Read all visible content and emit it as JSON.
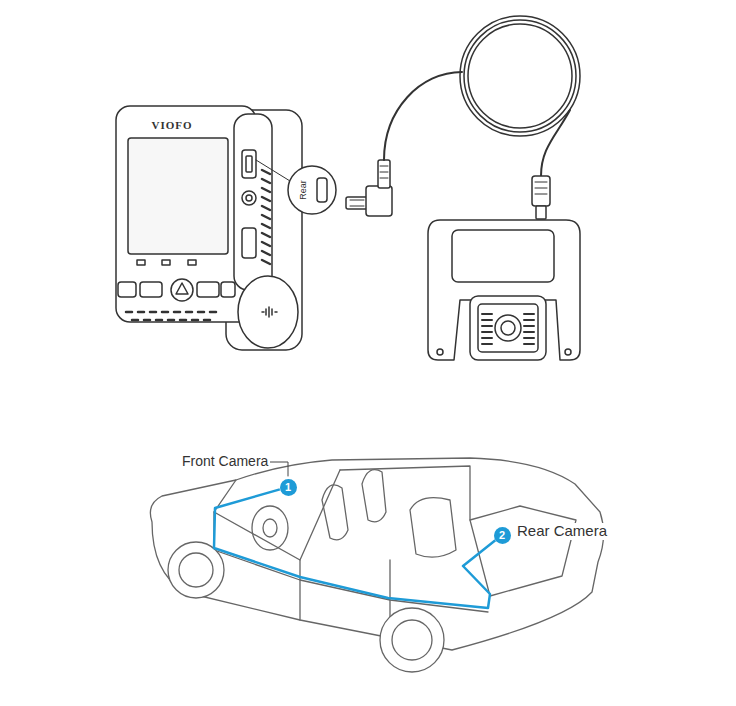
{
  "diagram": {
    "nodes": [
      {
        "text": [
          "1"
        ]
      },
      {
        "text": [
          "2"
        ]
      }
    ],
    "edges": [
      {
        "from": 0,
        "to": 1,
        "arrow": "none"
      }
    ],
    "labels": [
      "VIOFO",
      "Rear",
      "Front Camera",
      "Rear Camera"
    ]
  }
}
